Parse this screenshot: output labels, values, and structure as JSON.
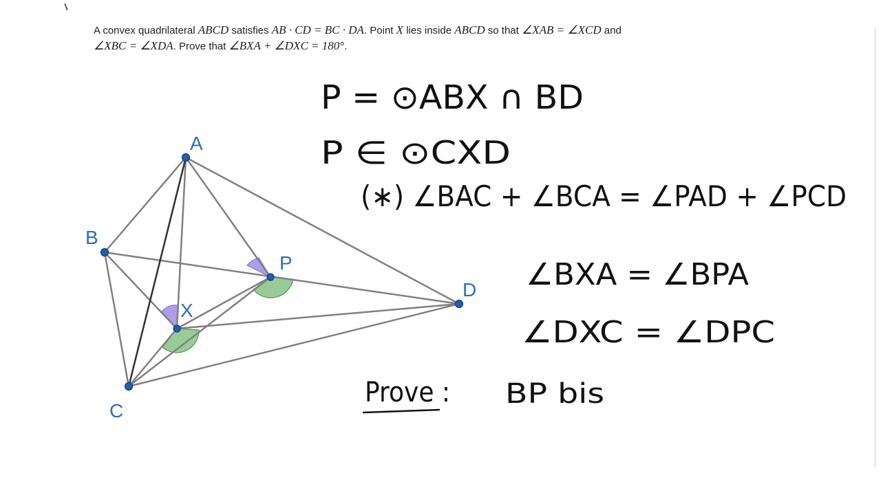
{
  "problem": {
    "line1": {
      "t1": "A convex quadrilateral ",
      "m1": "ABCD",
      "t2": " satisfies ",
      "m2": "AB · CD = BC · DA",
      "t3": ". Point ",
      "m3": "X",
      "t4": " lies inside ",
      "m4": "ABCD",
      "t5": " so that ",
      "m5": "∠XAB = ∠XCD",
      "t6": " and"
    },
    "line2": {
      "m1": "∠XBC = ∠XDA",
      "t1": ". Prove that ",
      "m2": "∠BXA + ∠DXC = 180°",
      "t2": "."
    }
  },
  "diagram": {
    "point_color": "#1f5fad",
    "label_color": "#2c6eb5",
    "edge_color": "#808080",
    "dark_edge_color": "#303030",
    "angle_purple": "#a08ce6",
    "angle_green": "#6db56d",
    "labels": {
      "A": "A",
      "B": "B",
      "C": "C",
      "D": "D",
      "X": "X",
      "P": "P"
    }
  },
  "notes": {
    "line1": "P = ⊙ABX ∩ BD",
    "line2": "P ∈ ⊙CXD",
    "line3": "(∗)  ∠BAC + ∠BCA  =  ∠PAD + ∠PCD",
    "line4": "∠BXA = ∠BPA",
    "line5": "∠DXC  =  ∠DPC",
    "line6_label": "Prove :",
    "line6_text": "BP  bis"
  }
}
